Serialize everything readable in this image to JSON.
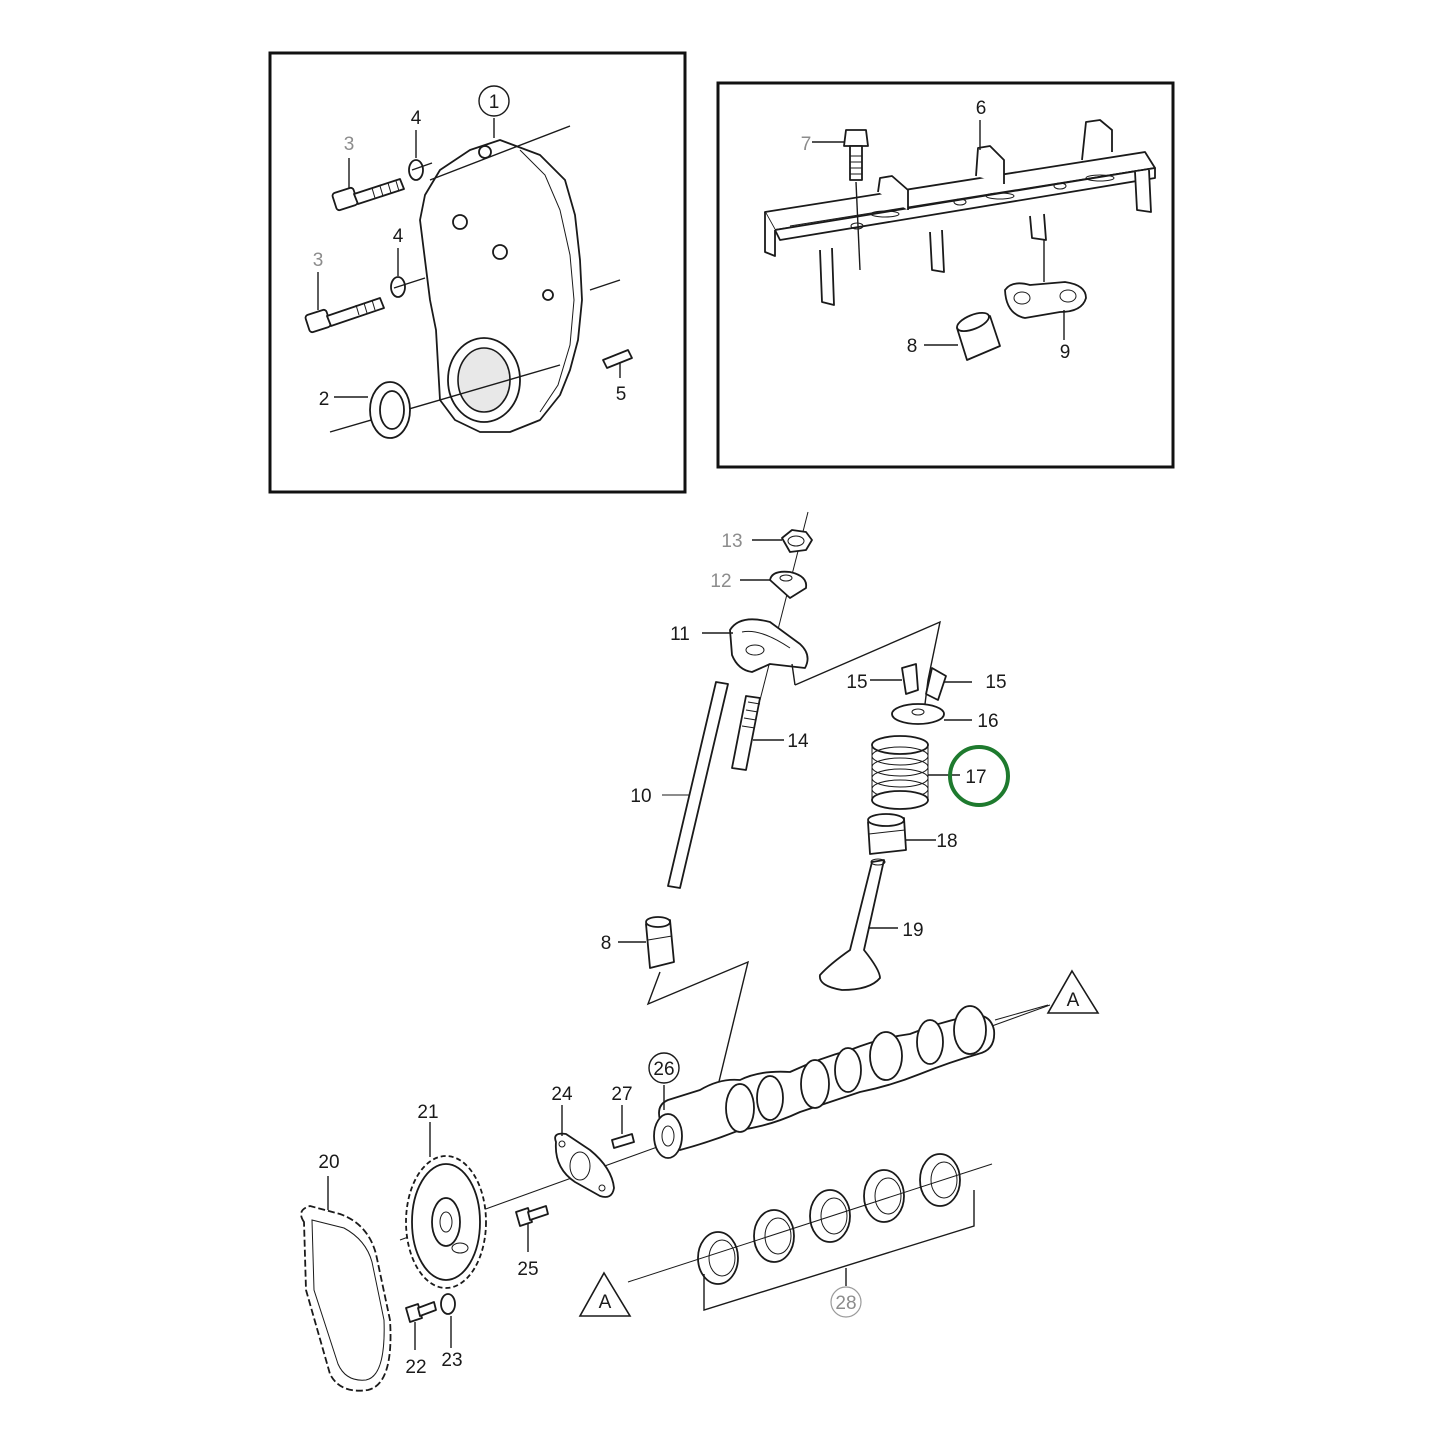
{
  "highlight_color": "#1e7a2e",
  "grey_label_color": "#8c8c8c",
  "inset_timing_cover": {
    "callouts": {
      "c1": "1",
      "c2": "2",
      "c3a": "3",
      "c3b": "3",
      "c4a": "4",
      "c4b": "4",
      "c5": "5"
    }
  },
  "inset_rocker_shaft": {
    "callouts": {
      "c6": "6",
      "c7": "7",
      "c8": "8",
      "c9": "9"
    }
  },
  "main": {
    "callouts": {
      "c8": "8",
      "c10": "10",
      "c11": "11",
      "c12": "12",
      "c13": "13",
      "c14": "14",
      "c15a": "15",
      "c15b": "15",
      "c16": "16",
      "c17": "17",
      "c18": "18",
      "c19": "19",
      "c20": "20",
      "c21": "21",
      "c22": "22",
      "c23": "23",
      "c24": "24",
      "c25": "25",
      "c26": "26",
      "c27": "27",
      "c28": "28"
    },
    "markers": {
      "a_top": "A",
      "a_bottom": "A"
    },
    "highlighted_part": "17"
  }
}
